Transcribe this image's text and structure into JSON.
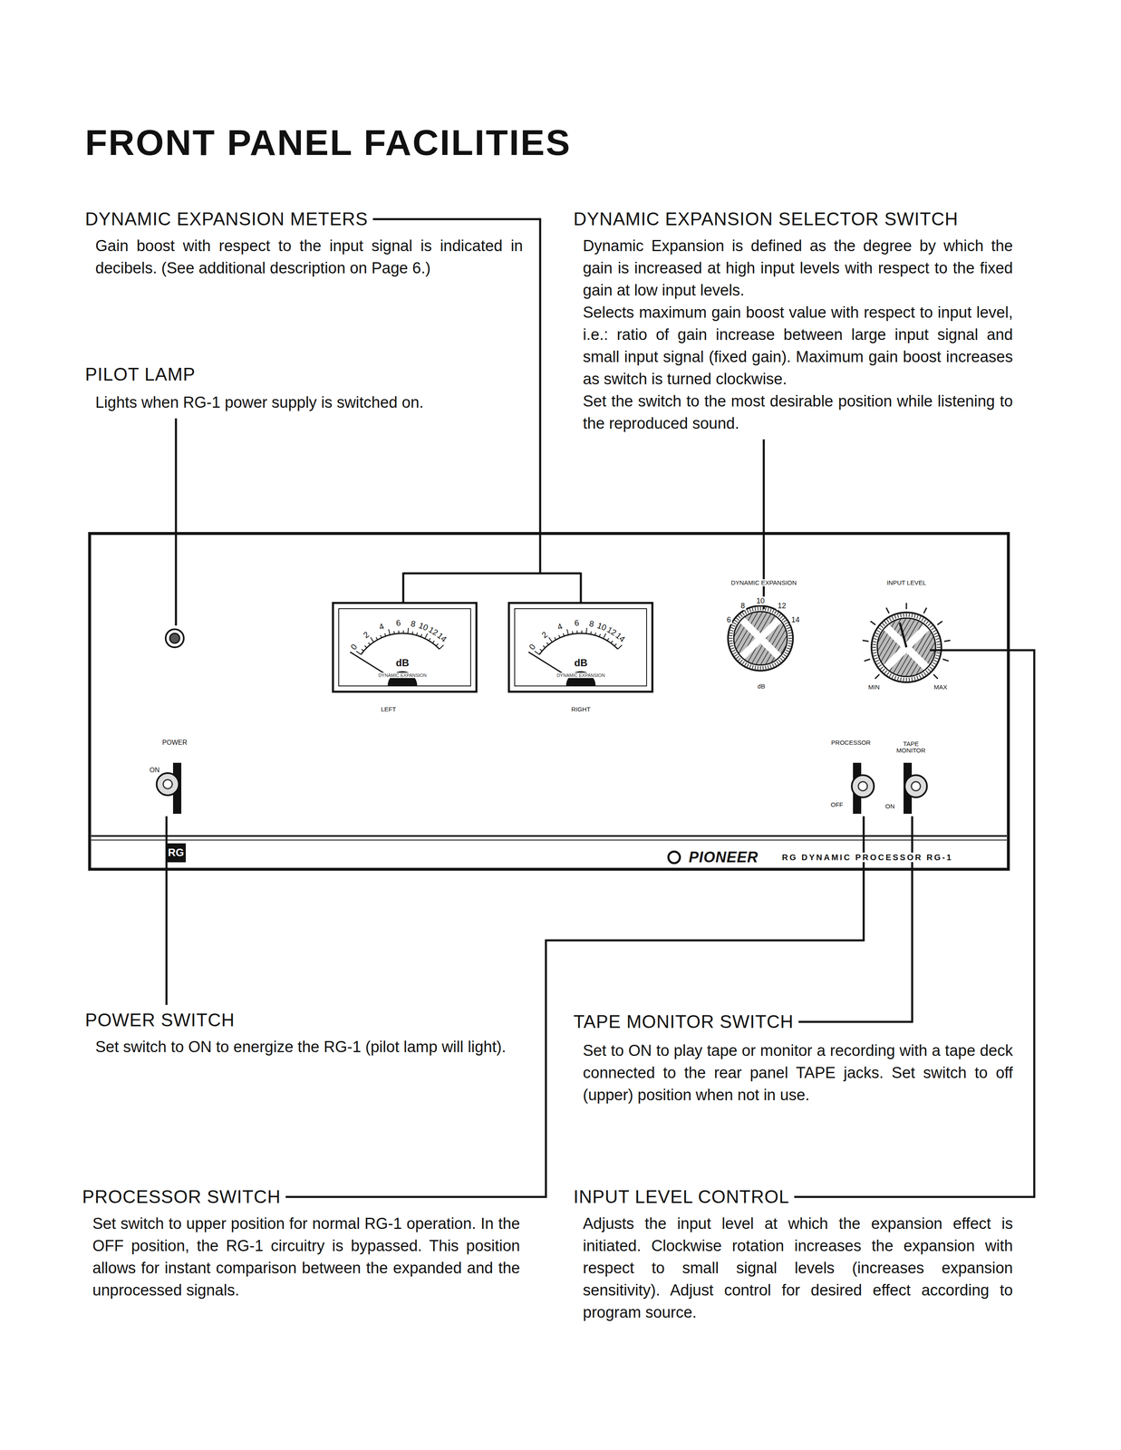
{
  "diagram": {
    "title": "FRONT PANEL FACILITIES",
    "labels": [
      "DYNAMIC EXPANSION METERS",
      "Gain boost with respect to the input signal is indicated in decibels. (See additional description on Page 6.)",
      "PILOT LAMP",
      "Lights when RG-1 power supply is switched on.",
      "DYNAMIC EXPANSION SELECTOR SWITCH",
      "Dynamic Expansion is defined as the degree by which the gain is increased at high input levels with respect to the fixed gain at low input levels.",
      "Selects maximum gain boost value with respect to input level, i.e.: ratio of gain increase between large input signal and small input signal (fixed gain). Maximum gain boost increases as switch is turned clockwise.",
      "Set the switch to the most desirable position while listening to the reproduced sound.",
      "POWER",
      "ON",
      "0",
      "2",
      "4",
      "6",
      "8",
      "10",
      "12",
      "14",
      "dB",
      "DYNAMIC EXPANSION",
      "LEFT",
      "0",
      "2",
      "4",
      "6",
      "8",
      "10",
      "12",
      "14",
      "dB",
      "DYNAMIC EXPANSION",
      "RIGHT",
      "DYNAMIC EXPANSION",
      "6",
      "8",
      "10",
      "12",
      "14",
      "dB",
      "INPUT LEVEL",
      "MIN",
      "MAX",
      "PROCESSOR",
      "TAPE MONITOR",
      "OFF",
      "ON",
      "RG",
      "PIONEER",
      "RG DYNAMIC PROCESSOR RG-1",
      "POWER SWITCH",
      "Set switch to ON to energize the RG-1 (pilot lamp will light).",
      "TAPE MONITOR SWITCH",
      "Set to ON to play tape or monitor a recording with a tape deck connected to the rear panel TAPE jacks. Set switch to off (upper) position when not in use.",
      "PROCESSOR SWITCH",
      "Set switch to upper position for normal RG-1 operation. In the OFF position, the RG-1 circuitry is bypassed. This position allows for instant comparison between the expanded and the unprocessed signals.",
      "INPUT LEVEL CONTROL",
      "Adjusts the input level at which the expansion effect is initiated. Clockwise rotation increases the expansion with respect to small signal levels (increases expansion sensitivity). Adjust control for desired effect according to program source."
    ]
  }
}
